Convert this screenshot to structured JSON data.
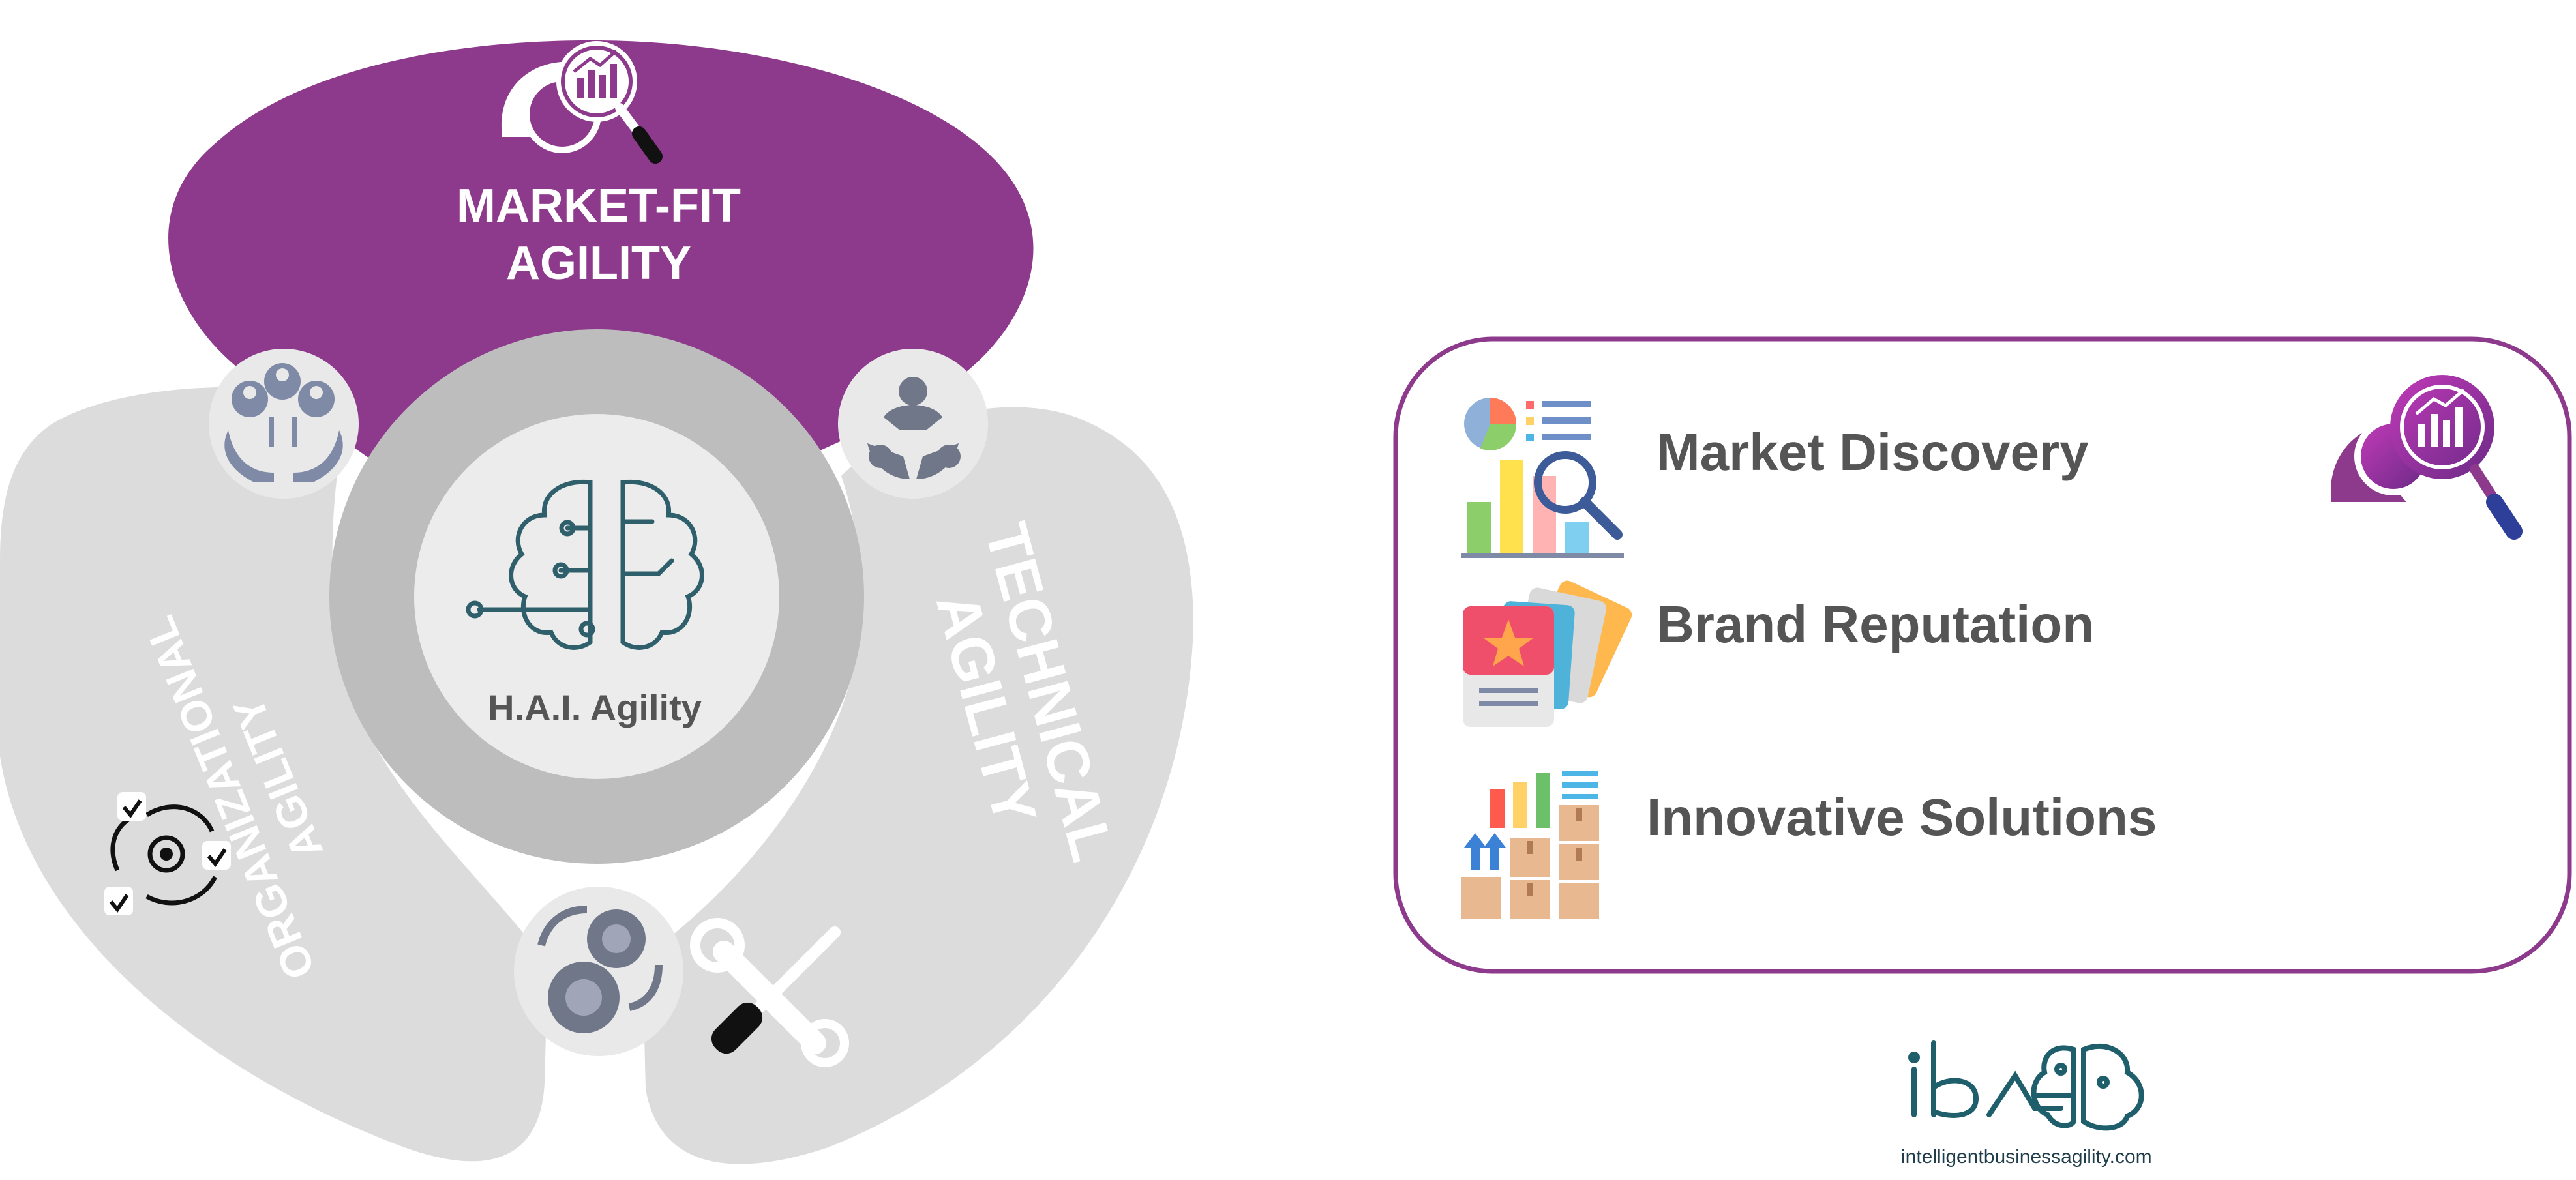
{
  "diagram": {
    "top_petal": {
      "label_line1": "MARKET-FIT",
      "label_line2": "AGILITY"
    },
    "right_petal": {
      "label_line1": "TECHNICAL",
      "label_line2": "AGILITY"
    },
    "left_petal": {
      "label_line1": "ORGANIZATIONAL",
      "label_line2": "AGILITY"
    },
    "center": {
      "label": "H.A.I. Agility"
    }
  },
  "details_panel": {
    "items": [
      {
        "label": "Market Discovery",
        "icon": "market-research-icon"
      },
      {
        "label": "Brand Reputation",
        "icon": "brand-cards-icon"
      },
      {
        "label": "Innovative Solutions",
        "icon": "product-growth-icon"
      }
    ],
    "corner_icon": "market-analysis-icon"
  },
  "branding": {
    "logo_text": "iba",
    "url": "intelligentbusinessagility.com"
  },
  "colors": {
    "purple": "#8e3a8c",
    "petal_gray": "#dcdcdc",
    "ring_gray": "#bdbdbd",
    "center_gray": "#ececec",
    "icon_teal": "#2f5f6b",
    "text_gray": "#555555"
  }
}
